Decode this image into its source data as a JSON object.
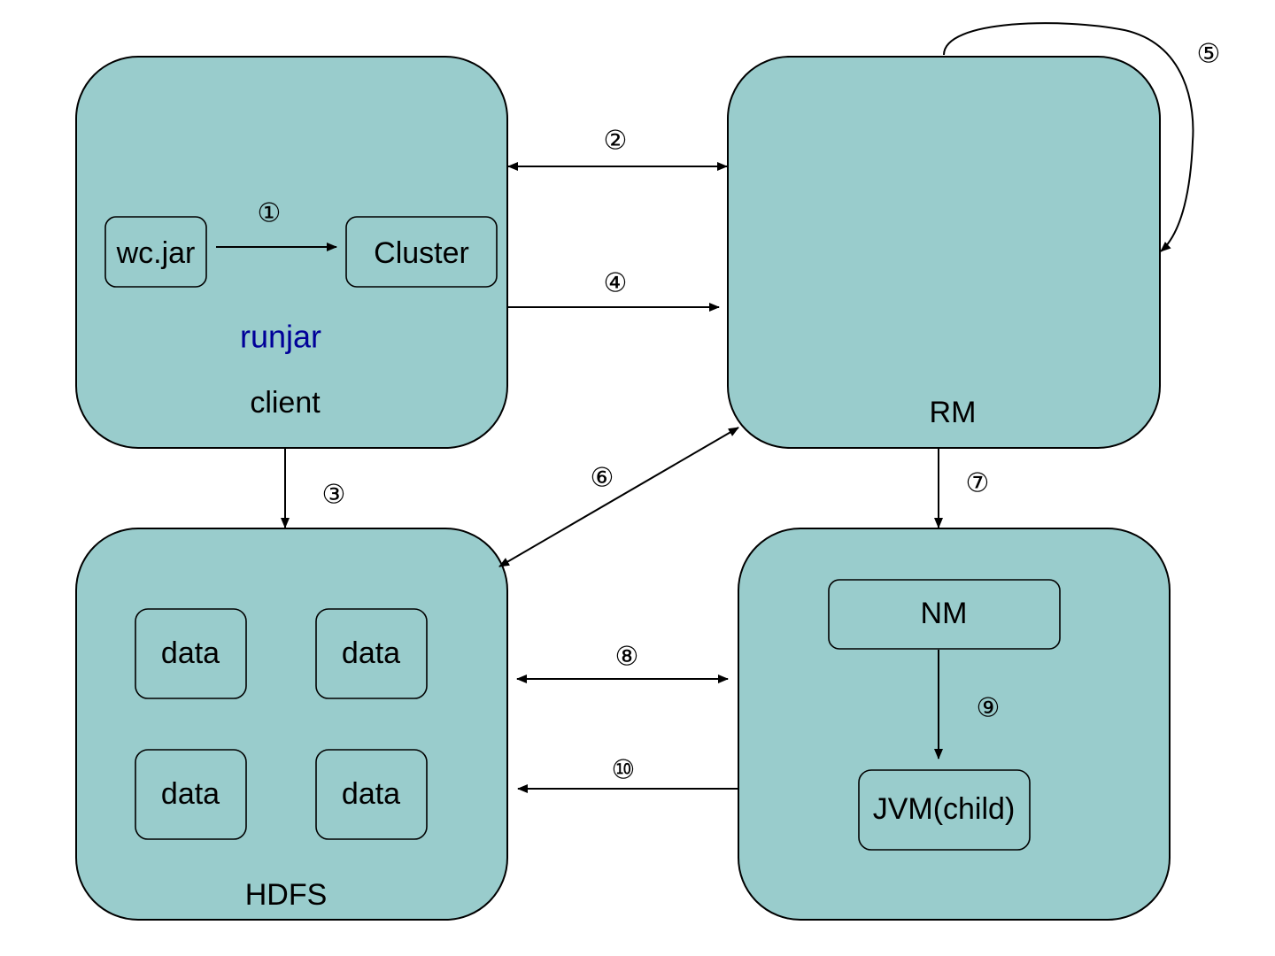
{
  "nodes": {
    "client": {
      "label": "client",
      "sub_label": "runjar",
      "accent": "#000099"
    },
    "rm": {
      "label": "RM"
    },
    "hdfs": {
      "label": "HDFS"
    },
    "node_manager_box": {
      "nm": "NM",
      "jvm": "JVM(child)"
    },
    "wcjar": "wc.jar",
    "cluster": "Cluster",
    "data": [
      "data",
      "data",
      "data",
      "data"
    ]
  },
  "steps": [
    "①",
    "②",
    "③",
    "④",
    "⑤",
    "⑥",
    "⑦",
    "⑧",
    "⑨",
    "⑩"
  ],
  "colors": {
    "box_fill": "#99cccc",
    "stroke": "#000000",
    "runjar_text": "#000099"
  }
}
